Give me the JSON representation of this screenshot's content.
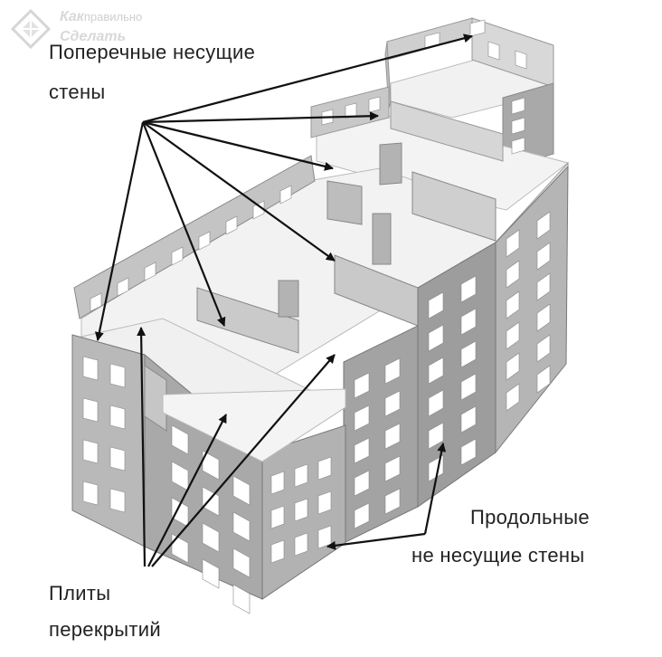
{
  "logo": {
    "word1": "Как",
    "word2": "правильно",
    "word3": "Сделать"
  },
  "labels": {
    "transverse_walls": [
      "Поперечные несущие",
      "стены"
    ],
    "longitudinal_walls": [
      "Продольные",
      "не несущие стены"
    ],
    "floor_slabs": [
      "Плиты",
      "перекрытий"
    ]
  },
  "colors": {
    "text": "#222222",
    "slab": "#f4f4f4",
    "wall_light": "#d9d9d9",
    "wall_mid": "#bdbdbd",
    "wall_dark": "#9b9b9b",
    "arrow": "#111111"
  }
}
